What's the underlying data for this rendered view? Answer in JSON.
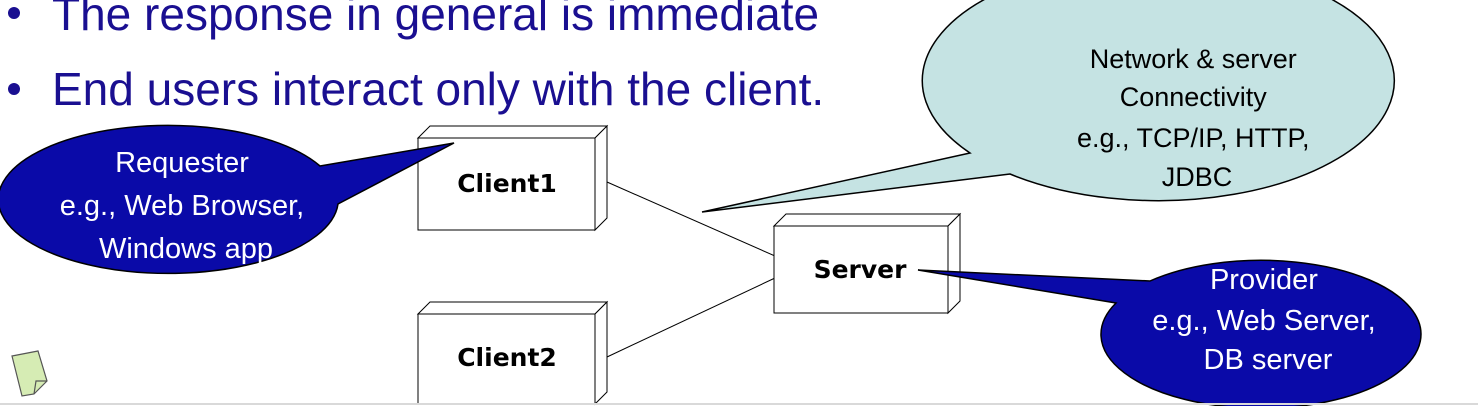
{
  "bullets": [
    "The response in general is immediate",
    "End users interact only with the client."
  ],
  "nodes": {
    "client1": "Client1",
    "client2": "Client2",
    "server": "Server"
  },
  "callouts": {
    "network": {
      "lines": [
        "Network  & server",
        "Connectivity",
        "e.g., TCP/IP, HTTP,",
        "JDBC"
      ],
      "fill": "#c5e3e3"
    },
    "requester": {
      "lines": [
        "Requester",
        "e.g., Web Browser,",
        "Windows app"
      ],
      "fill": "#0a0aa8"
    },
    "provider": {
      "lines": [
        "Provider",
        "e.g., Web Server,",
        "DB server"
      ],
      "fill": "#0a0aa8"
    }
  },
  "icons": {
    "note": "note-icon"
  },
  "colors": {
    "bullet_text": "#1a0f91",
    "note_fill": "#d6ecb4"
  }
}
